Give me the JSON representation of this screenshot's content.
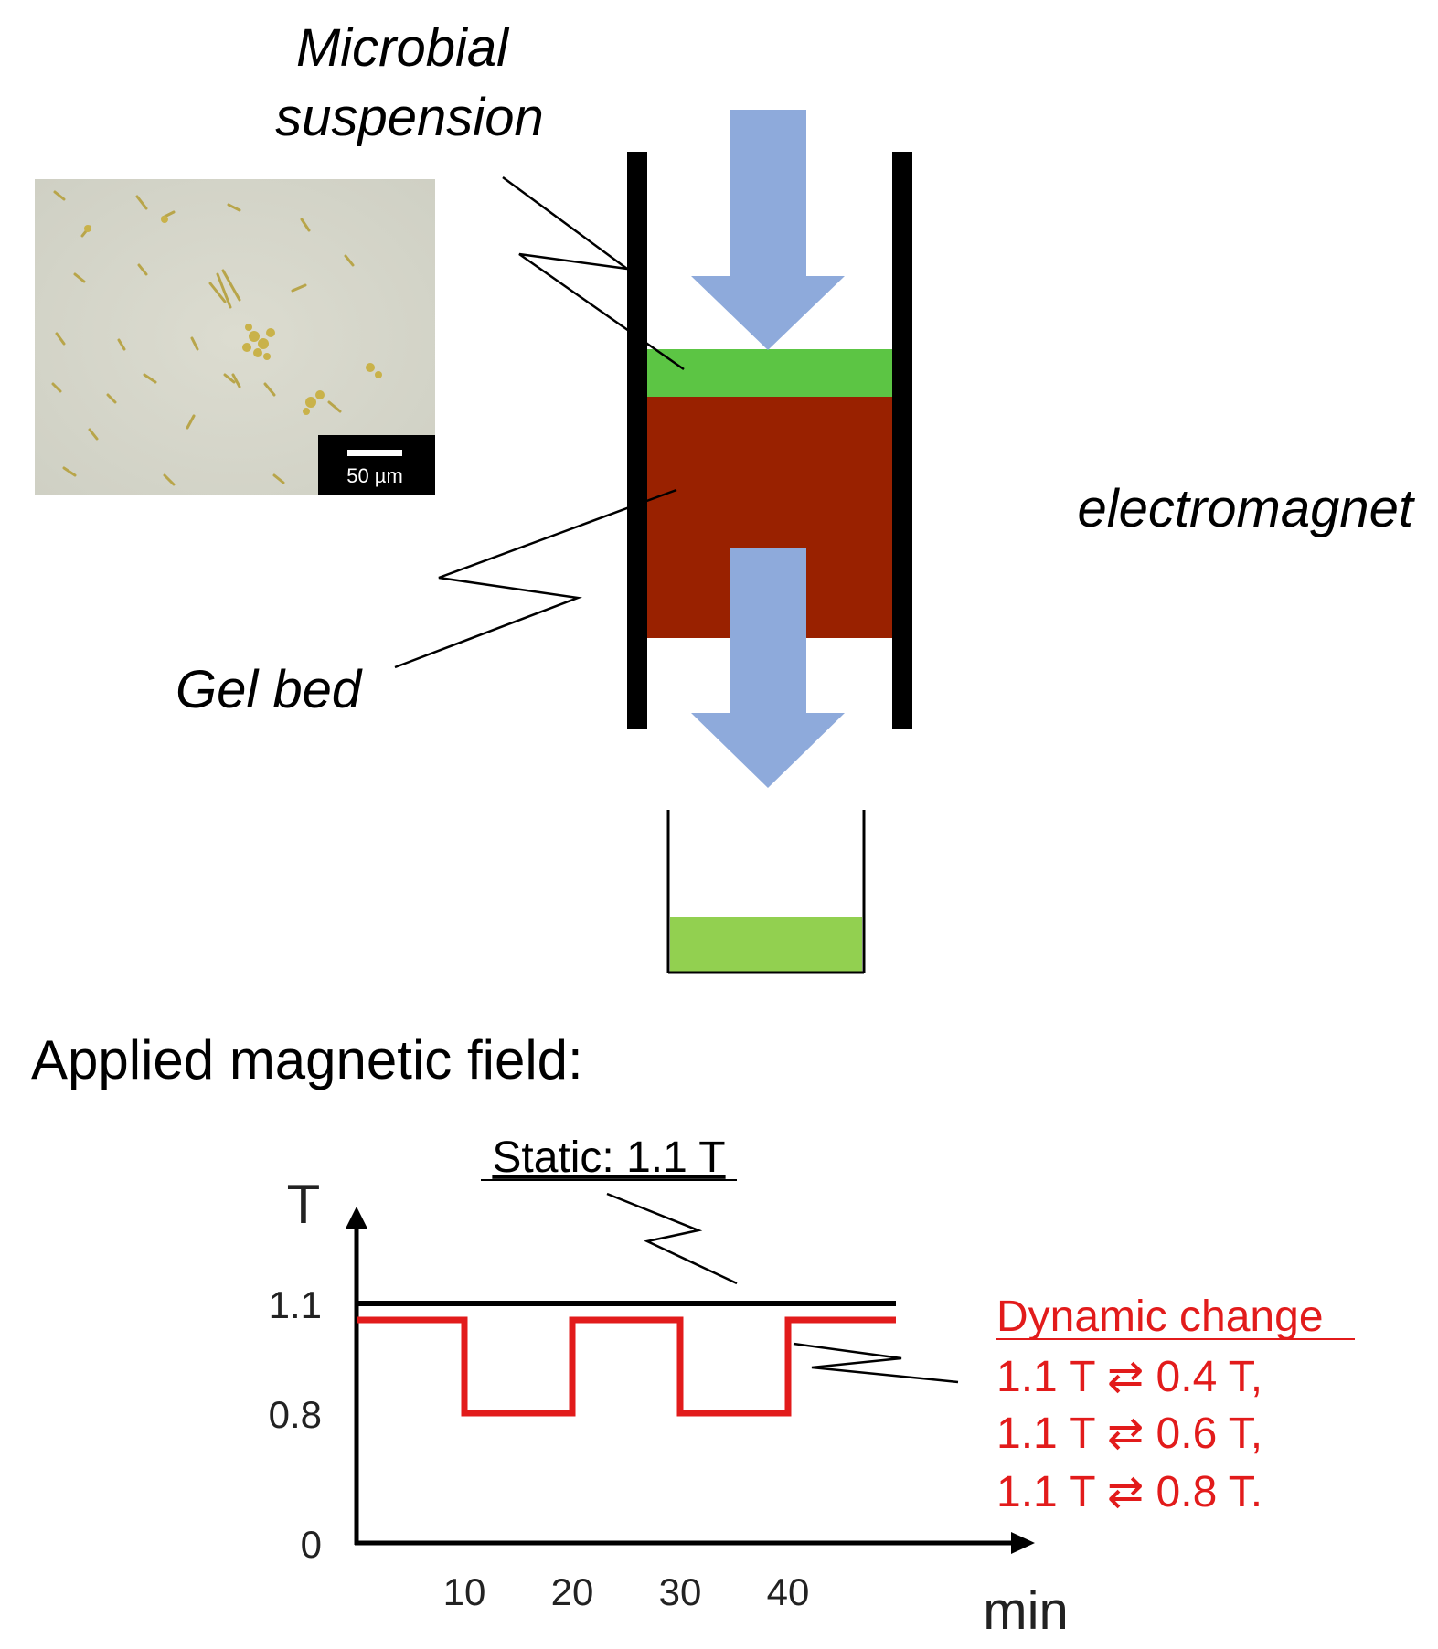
{
  "labels": {
    "microbial_line1": "Microbial",
    "microbial_line2": "suspension",
    "gel_bed": "Gel bed",
    "electromagnet": "electromagnet",
    "scale_bar": "50 µm",
    "section_title": "Applied magnetic field:",
    "static": "Static: 1.1 T",
    "dynamic_title": "Dynamic change",
    "dynamic_1": "1.1 T ⇄ 0.4 T,",
    "dynamic_2": "1.1 T ⇄ 0.6 T,",
    "dynamic_3": "1.1 T ⇄ 0.8 T."
  },
  "colors": {
    "flow_arrow": "#8eaadb",
    "suspension_green": "#5cc544",
    "gel_red": "#992100",
    "collected_green": "#92d050",
    "static_line": "#000000",
    "dynamic_line": "#e21b1b",
    "dynamic_text": "#e21b1b"
  },
  "chart_data": {
    "type": "line",
    "ylabel": "T",
    "xlabel": "min",
    "yticks": [
      "0",
      "0.8",
      "1.1"
    ],
    "xticks": [
      "10",
      "20",
      "30",
      "40"
    ],
    "series": [
      {
        "name": "Static: 1.1 T",
        "x": [
          0,
          50
        ],
        "y": [
          1.1,
          1.1
        ]
      },
      {
        "name": "Dynamic change",
        "x": [
          0,
          10,
          10,
          20,
          20,
          30,
          30,
          40,
          40,
          50
        ],
        "y": [
          1.1,
          1.1,
          0.8,
          0.8,
          1.1,
          1.1,
          0.8,
          0.8,
          1.1,
          1.1
        ]
      }
    ]
  }
}
